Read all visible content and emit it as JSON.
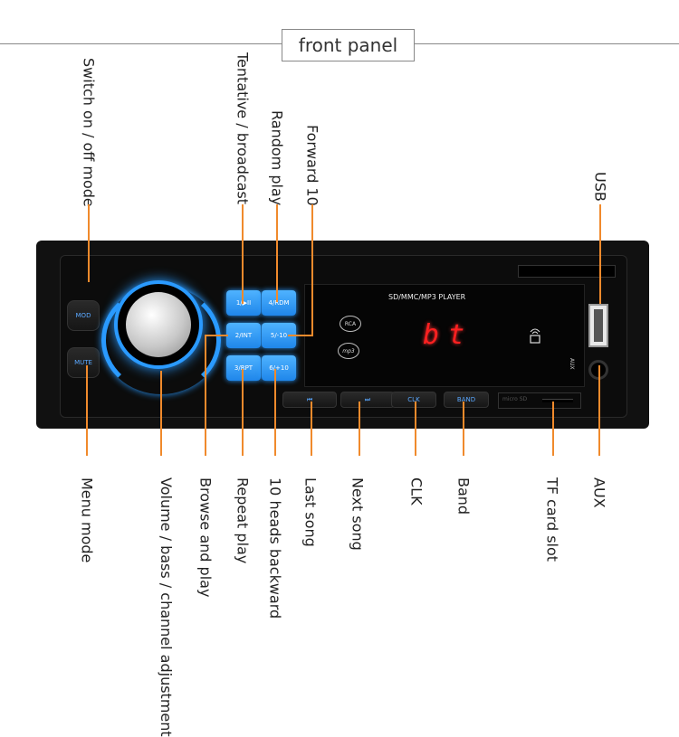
{
  "title": "front panel",
  "device": {
    "display_title": "SD/MMC/MP3 PLAYER",
    "display_text": "bt",
    "buttons": {
      "b1": "1/▶II",
      "b2": "2/INT",
      "b3": "3/RPT",
      "b4": "4/RDM",
      "b5": "5/-10",
      "b6": "6/+10",
      "mod": "MOD",
      "mute": "MUTE",
      "prev": "⏮",
      "next": "⏭",
      "clk": "CLK",
      "band": "BAND"
    },
    "rca": "RCA",
    "mp3": "mp3",
    "aux": "AUX",
    "microsd": "micro SD"
  },
  "labels": {
    "top": {
      "switch_mode": "Switch on / off mode",
      "tentative": "Tentative / broadcast",
      "random": "Random play",
      "forward": "Forward 10",
      "usb": "USB"
    },
    "bottom": {
      "menu": "Menu mode",
      "volume": "Volume / bass / channel adjustment",
      "browse": "Browse and play",
      "repeat": "Repeat play",
      "backward": "10 heads backward",
      "last": "Last song",
      "next": "Next song",
      "clk": "CLK",
      "band": "Band",
      "tf": "TF card slot",
      "aux": "AUX"
    }
  },
  "colors": {
    "leader": "#f08a2c",
    "button_blue": "#2a9aff",
    "display_red": "#ff2020"
  }
}
